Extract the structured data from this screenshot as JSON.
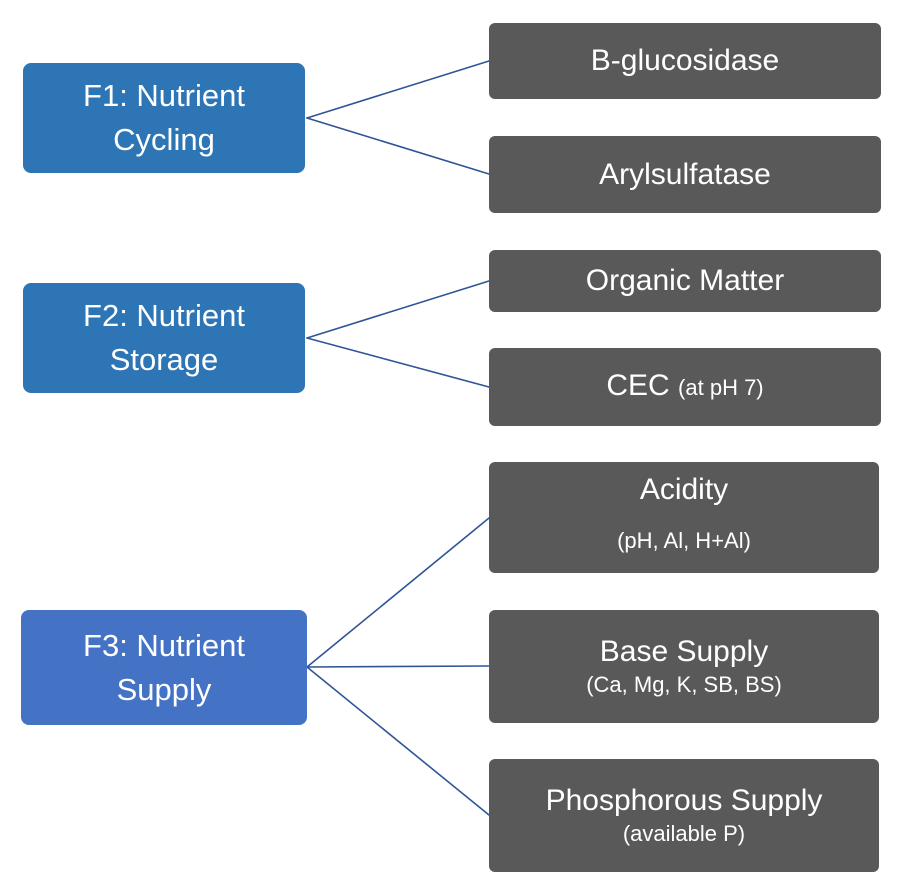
{
  "colors": {
    "category_f1": "#2E75B6",
    "category_f2": "#2E75B6",
    "category_f3": "#4472C4",
    "indicator_fill": "#595959",
    "connector": "#2F5597",
    "text": "#FFFFFF"
  },
  "categories": [
    {
      "id": "F1",
      "line1": "F1: Nutrient",
      "line2": "Cycling",
      "children": [
        "B-glucosidase",
        "Arylsulfatase"
      ]
    },
    {
      "id": "F2",
      "line1": "F2: Nutrient",
      "line2": "Storage",
      "children": [
        "Organic Matter",
        "CEC (at pH 7)"
      ]
    },
    {
      "id": "F3",
      "line1": "F3: Nutrient",
      "line2": "Supply",
      "children": [
        "Acidity",
        "Base Supply",
        "Phosphorous Supply"
      ]
    }
  ],
  "indicators": [
    {
      "parent": "F1",
      "label": "B-glucosidase"
    },
    {
      "parent": "F1",
      "label": "Arylsulfatase"
    },
    {
      "parent": "F2",
      "label": "Organic Matter"
    },
    {
      "parent": "F2",
      "label": "CEC",
      "inline_note": "(at pH 7)"
    },
    {
      "parent": "F3",
      "label": "Acidity",
      "note": "(pH, Al, H+Al)"
    },
    {
      "parent": "F3",
      "label": "Base Supply",
      "note": "(Ca, Mg, K, SB, BS)"
    },
    {
      "parent": "F3",
      "label": "Phosphorous Supply",
      "note": "(available P)"
    }
  ],
  "connections": [
    {
      "from": "F1",
      "to": "B-glucosidase"
    },
    {
      "from": "F1",
      "to": "Arylsulfatase"
    },
    {
      "from": "F2",
      "to": "Organic Matter"
    },
    {
      "from": "F2",
      "to": "CEC (at pH 7)"
    },
    {
      "from": "F3",
      "to": "Acidity"
    },
    {
      "from": "F3",
      "to": "Base Supply"
    },
    {
      "from": "F3",
      "to": "Phosphorous Supply"
    }
  ]
}
